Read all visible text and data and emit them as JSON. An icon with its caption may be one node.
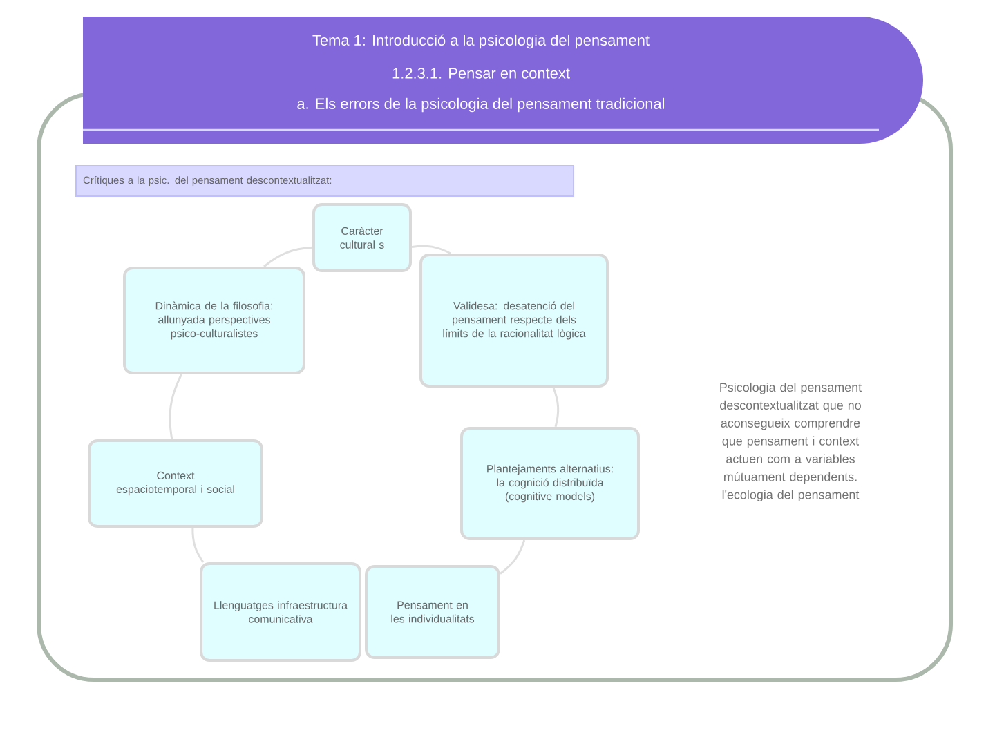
{
  "diagram": {
    "title": "Tema 1: Introducció a la psicologia del pensament",
    "nodes": [
      {
        "text": [
          "Crítiques a la psic. del pensament descontextualitzat:"
        ]
      },
      {
        "text": [
          "Caràcter cultural s"
        ]
      },
      {
        "text": [
          "Validesa: desatenció del pensament respecte dels límits de la racionalitat lògica"
        ]
      },
      {
        "text": [
          "Plantejaments alternatius: la cognició distribuïda (cognitive models)"
        ]
      },
      {
        "text": [
          "Pensament en les individualitats"
        ]
      },
      {
        "text": [
          "Llenguatges infraestructura comunicativa"
        ]
      },
      {
        "text": [
          "Context espaciotemporal i social"
        ]
      },
      {
        "text": [
          "Dinàmica de la filosofia: allunyada perspectives psico-culturalistes"
        ]
      }
    ],
    "edges": [
      {
        "from": 1,
        "to": 2,
        "arrow": "none"
      },
      {
        "from": 2,
        "to": 3,
        "arrow": "none"
      },
      {
        "from": 3,
        "to": 4,
        "arrow": "none"
      },
      {
        "from": 5,
        "to": 6,
        "arrow": "none"
      },
      {
        "from": 6,
        "to": 7,
        "arrow": "none"
      },
      {
        "from": 7,
        "to": 1,
        "arrow": "none"
      }
    ],
    "labels": [
      "1.2.3.1. Pensar en context",
      "a. Els errors de la psicologia del pensament tradicional",
      "Psicologia del pensament descontextualitzat que no aconsegueix comprendre que pensament i context actuen com a variables mútuament dependents. l'ecologia del pensament"
    ]
  }
}
